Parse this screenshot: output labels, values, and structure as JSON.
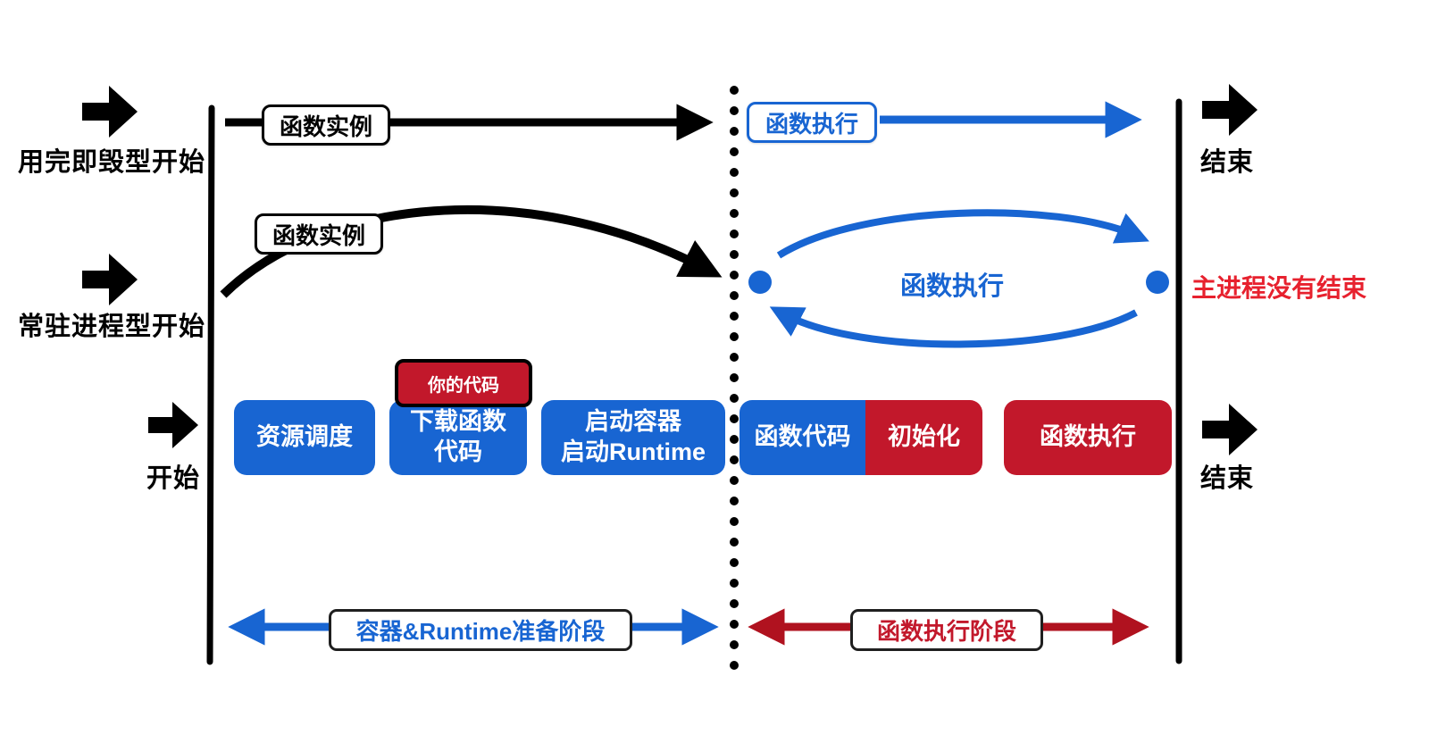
{
  "colors": {
    "blue": "#1865D2",
    "red": "#C2182B",
    "dark_red": "#B0121F",
    "note_red": "#E7212E",
    "black": "#000000",
    "background": "#FFFFFF"
  },
  "left_markers": [
    {
      "label": "用完即毁型开始"
    },
    {
      "label": "常驻进程型开始"
    },
    {
      "label": "开始"
    }
  ],
  "right_markers": [
    {
      "label": "结束"
    },
    {
      "label": "结束"
    }
  ],
  "row1": {
    "instance_label": "函数实例",
    "execution_label": "函数执行"
  },
  "row2": {
    "instance_label": "函数实例",
    "execution_label": "函数执行",
    "note": "主进程没有结束"
  },
  "pipeline": {
    "badge": "你的代码",
    "blocks": [
      {
        "label": "资源调度",
        "color": "blue"
      },
      {
        "label": "下载函数\n代码",
        "color": "blue"
      },
      {
        "label": "启动容器\n启动Runtime",
        "color": "blue"
      },
      {
        "label": "函数代码",
        "color": "blue"
      },
      {
        "label": "初始化",
        "color": "red"
      },
      {
        "label": "函数执行",
        "color": "red"
      }
    ]
  },
  "phases": {
    "left": "容器&Runtime准备阶段",
    "right": "函数执行阶段"
  }
}
